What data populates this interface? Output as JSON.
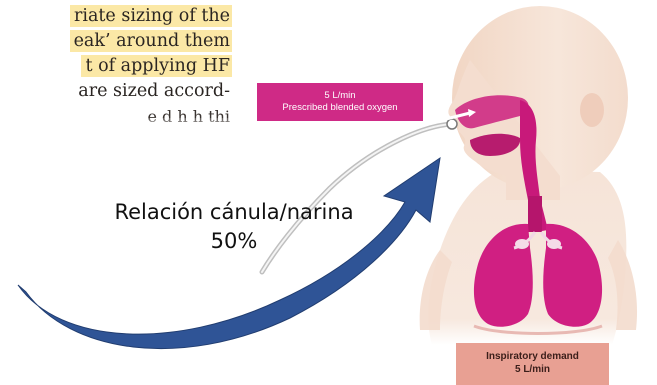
{
  "excerpt": {
    "lines": [
      "riate sizing of the",
      "eak’ around them",
      "t of applying HF",
      "are sized accord-",
      "e d  h  h    thi  "
    ]
  },
  "figure": {
    "flow_label": {
      "rate": "5 L/min",
      "description": "Prescribed blended oxygen"
    },
    "demand_label": {
      "title": "Inspiratory demand",
      "rate": "5 L/min"
    },
    "colors": {
      "flow_box": "#cf2a86",
      "demand_box": "#e8a093",
      "airway": "#c8197a",
      "skin": "#f5e2d4",
      "arrow": "#2f5496"
    }
  },
  "annotation": {
    "line1": "Relación cánula/narina",
    "line2": "50%"
  }
}
